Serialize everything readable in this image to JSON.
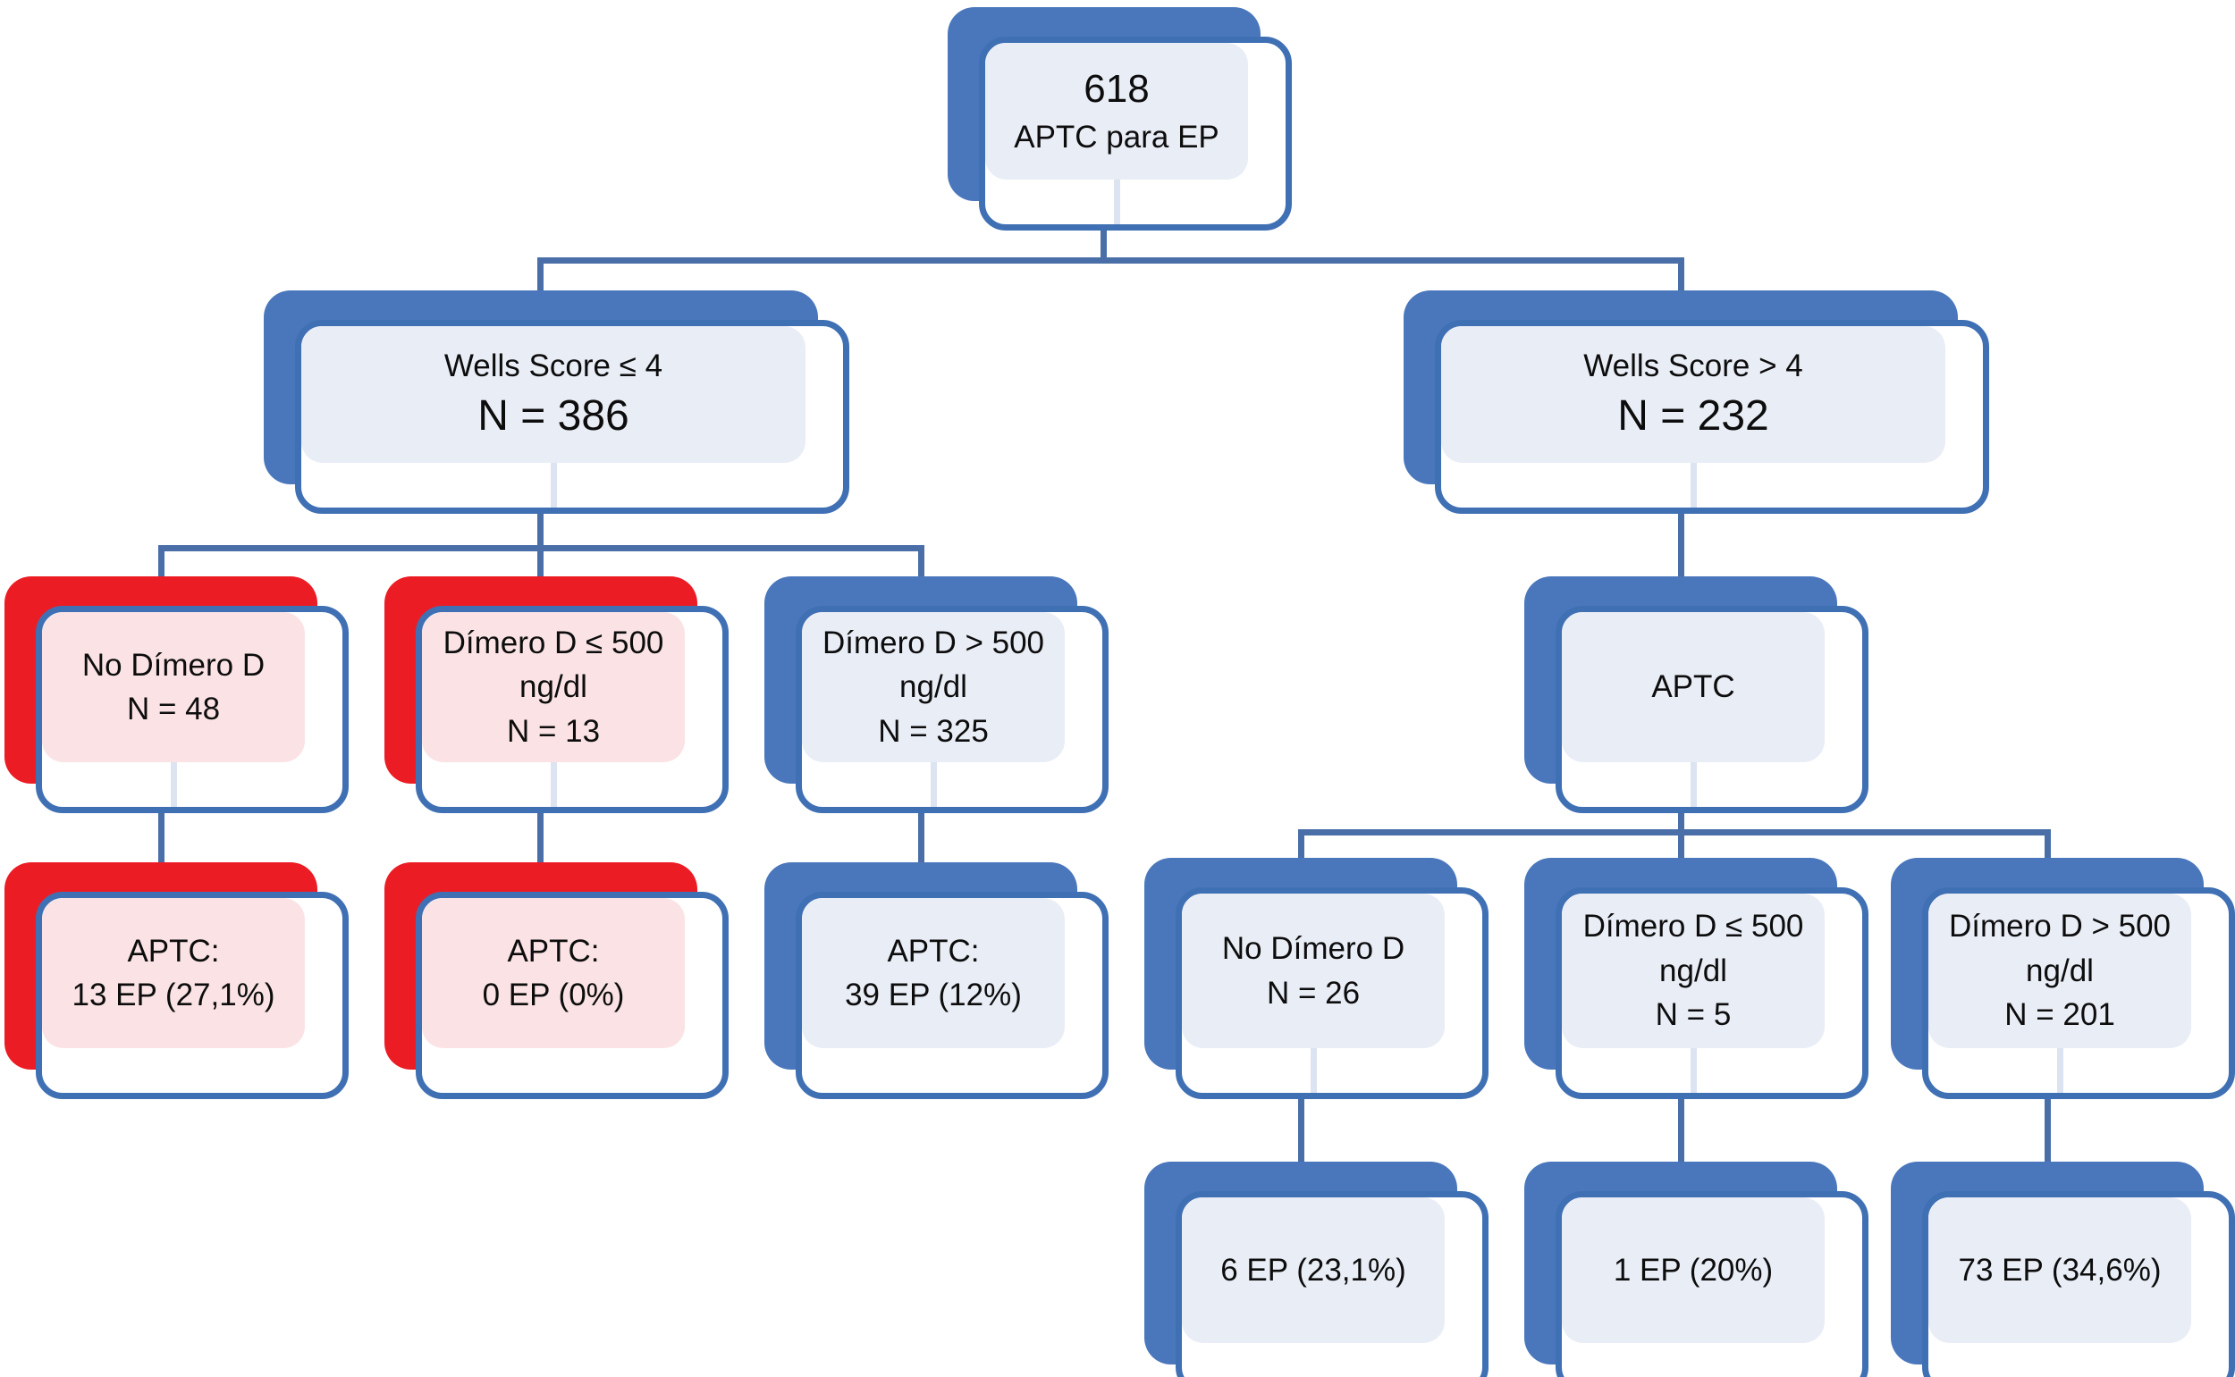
{
  "colors": {
    "box_blue": "#4a77bc",
    "box_border_blue": "#4070b4",
    "box_blue_fill": "#e9edf6",
    "box_red": "#ec1c24",
    "box_red_fill": "#fbe3e5",
    "connector": "#4a6fa8",
    "text": "#0d0d0d"
  },
  "nodes": {
    "root": {
      "value": "618",
      "label": "APTC para EP"
    },
    "wells_low": {
      "label": "Wells Score ≤ 4",
      "n": "N = 386"
    },
    "wells_high": {
      "label": "Wells Score > 4",
      "n": "N = 232"
    },
    "low_no_dimer": {
      "line1": "No Dímero D",
      "line2": "N = 48"
    },
    "low_dimer_le": {
      "line1": "Dímero D ≤ 500",
      "line2": "ng/dl",
      "line3": "N = 13"
    },
    "low_dimer_gt": {
      "line1": "Dímero D > 500",
      "line2": "ng/dl",
      "line3": "N = 325"
    },
    "low_no_dimer_res": {
      "line1": "APTC:",
      "line2": "13 EP (27,1%)"
    },
    "low_dimer_le_res": {
      "line1": "APTC:",
      "line2": "0 EP (0%)"
    },
    "low_dimer_gt_res": {
      "line1": "APTC:",
      "line2": "39 EP (12%)"
    },
    "aptc": {
      "label": "APTC"
    },
    "high_no_dimer": {
      "line1": "No Dímero D",
      "line2": "N = 26"
    },
    "high_dimer_le": {
      "line1": "Dímero D ≤ 500",
      "line2": "ng/dl",
      "line3": "N = 5"
    },
    "high_dimer_gt": {
      "line1": "Dímero D > 500",
      "line2": "ng/dl",
      "line3": "N = 201"
    },
    "high_no_dimer_res": {
      "line1": "6 EP (23,1%)"
    },
    "high_dimer_le_res": {
      "line1": "1 EP (20%)"
    },
    "high_dimer_gt_res": {
      "line1": "73 EP (34,6%)"
    }
  }
}
